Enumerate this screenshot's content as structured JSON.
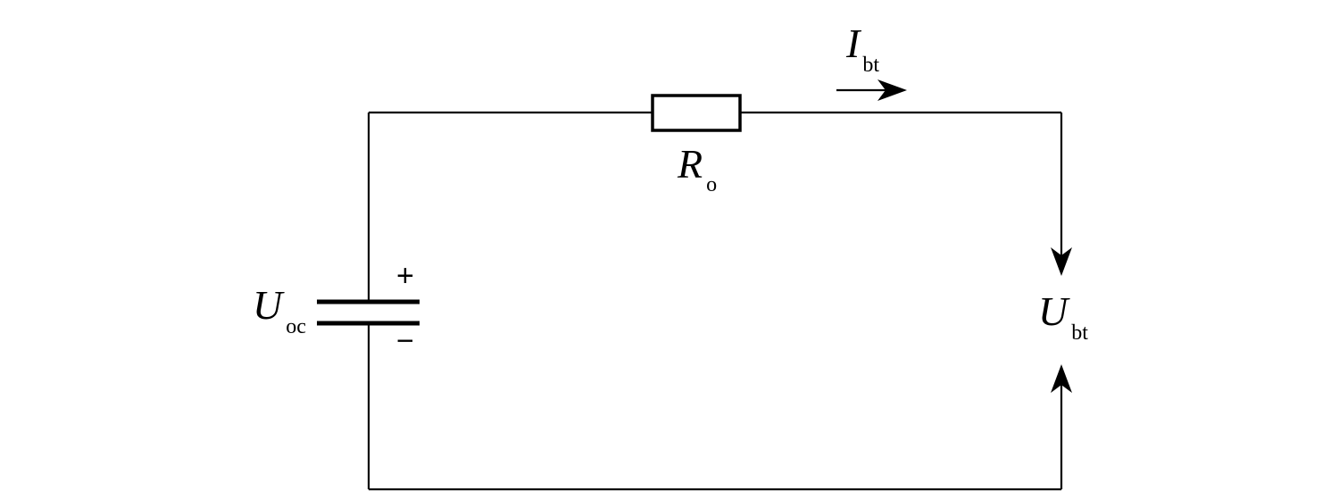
{
  "source": {
    "symbol": "U",
    "subscript": "oc",
    "plus_sign": "+",
    "minus_sign": "−"
  },
  "resistor": {
    "symbol": "R",
    "subscript": "o"
  },
  "current": {
    "symbol": "I",
    "subscript": "bt"
  },
  "terminal_voltage": {
    "symbol": "U",
    "subscript": "bt"
  },
  "colors": {
    "stroke": "#000000",
    "background": "#ffffff"
  }
}
